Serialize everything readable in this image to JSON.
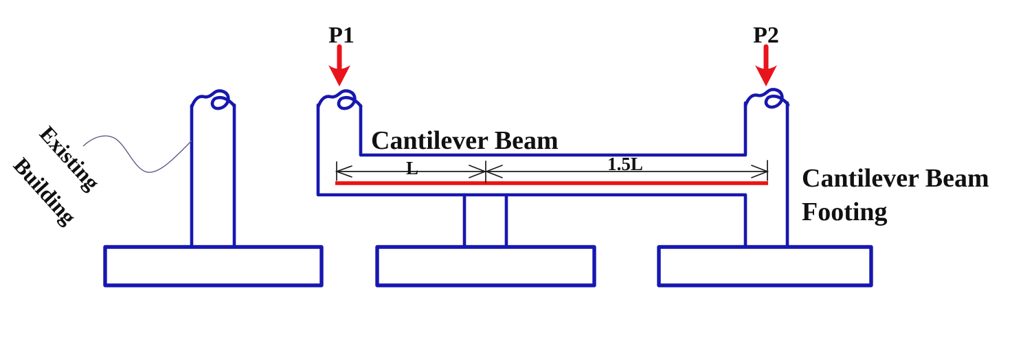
{
  "diagram_title": "Cantilever (strap) beam footing schematic",
  "labels": {
    "existing_building_line1": "Existing",
    "existing_building_line2": "Building",
    "load_p1": "P1",
    "load_p2": "P2",
    "beam": "Cantilever Beam",
    "dim_left_span": "L",
    "dim_right_span": "1.5L",
    "footing_line1": "Cantilever Beam",
    "footing_line2": "Footing"
  },
  "colors": {
    "outline_blue": "#1717b0",
    "load_arrow_red": "#e8141c",
    "beam_highlight_red": "#ee1111",
    "dimension_black": "#1a1a1a",
    "text_black": "#111111",
    "leader_gray": "#5a5a85",
    "background": "#ffffff"
  }
}
